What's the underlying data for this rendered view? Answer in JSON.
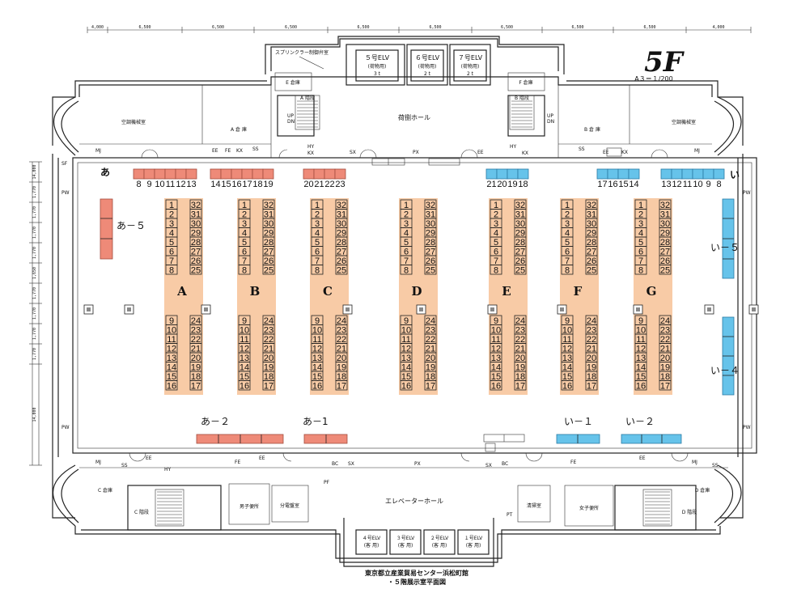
{
  "floor_title": "5F",
  "scale": "A３＝１/200",
  "footer": {
    "line1": "東京都立産業貿易センター浜松町館",
    "line2": "・５階展示室平面図"
  },
  "dimensions_top": [
    "4,000",
    "6,500",
    "6,500",
    "6,500",
    "6,500",
    "6,500",
    "6,500",
    "6,500",
    "6,500",
    "4,000"
  ],
  "dimensions_left": [
    "14,000",
    "1,770",
    "1,770",
    "1,770",
    "1,770",
    "1,650",
    "1,770",
    "1,770",
    "1,770",
    "1,770",
    "14,000"
  ],
  "rooms": {
    "elv5": {
      "name": "５号ELV",
      "sub": "(荷物用)",
      "cap": "3 t"
    },
    "elv6": {
      "name": "６号ELV",
      "sub": "(荷物用)",
      "cap": "2 t"
    },
    "elv7": {
      "name": "７号ELV",
      "sub": "(荷物用)",
      "cap": "2 t"
    },
    "sprinkler": "スプリンクラー制御弁室",
    "e_store": "E 倉庫",
    "f_store": "F 倉庫",
    "a_stair": "A 階段",
    "b_stair": "B 階段",
    "loading_hall": "荷捌ホール",
    "ac_left": "空調機械室",
    "ac_right": "空調機械室",
    "a_store": "A 倉 庫",
    "b_store": "B 倉 庫",
    "c_store": "C 倉庫",
    "d_store": "D 倉庫",
    "c_stair": "C 階段",
    "d_stair": "D 階段",
    "mens_wc": "男子便所",
    "womens_wc": "女子便所",
    "electrical": "分電盤室",
    "cleaning": "清掃室",
    "elevator_hall": "エレベーターホール",
    "elv1": {
      "name": "１号ELV",
      "sub": "(客 用)"
    },
    "elv2": {
      "name": "２号ELV",
      "sub": "(客 用)"
    },
    "elv3": {
      "name": "３号ELV",
      "sub": "(客 用)"
    },
    "elv4": {
      "name": "４号ELV",
      "sub": "(客 用)"
    }
  },
  "equipment_labels": {
    "ss": "SS",
    "kx": "KX",
    "px": "PX",
    "fe": "FE",
    "ee": "EE",
    "hy": "HY",
    "bc": "BC",
    "mj": "MJ",
    "sx": "SX",
    "sf": "SF",
    "pw": "PW",
    "up": "UP",
    "dn": "DN",
    "pt": "PT",
    "pf": "PF"
  },
  "zones": {
    "a_label": "あ",
    "i_label": "い",
    "a5": "あ－５",
    "a2": "あ－２",
    "a1": "あ－1",
    "i1": "い－１",
    "i2": "い－２",
    "i5": "い－５",
    "i4": "い－４"
  },
  "top_booths_left": {
    "group1": [
      "8",
      "9",
      "10",
      "11",
      "12",
      "13"
    ],
    "group2": [
      "14",
      "15",
      "16",
      "17",
      "18",
      "19"
    ],
    "group3": [
      "20",
      "21",
      "22",
      "23"
    ]
  },
  "top_booths_right": {
    "group1": [
      "21",
      "20",
      "19",
      "18"
    ],
    "group2": [
      "17",
      "16",
      "15",
      "14"
    ],
    "group3": [
      "13",
      "12",
      "11",
      "10",
      "9",
      "8"
    ]
  },
  "islands": [
    {
      "letter": "A",
      "left_top": [
        "1",
        "2",
        "3",
        "4",
        "5",
        "6",
        "7",
        "8"
      ],
      "right_top": [
        "32",
        "31",
        "30",
        "29",
        "28",
        "27",
        "26",
        "25"
      ],
      "left_bottom": [
        "9",
        "10",
        "11",
        "12",
        "13",
        "14",
        "15",
        "16"
      ],
      "right_bottom": [
        "24",
        "23",
        "22",
        "21",
        "20",
        "19",
        "18",
        "17"
      ]
    },
    {
      "letter": "B",
      "left_top": [
        "1",
        "2",
        "3",
        "4",
        "5",
        "6",
        "7",
        "8"
      ],
      "right_top": [
        "32",
        "31",
        "30",
        "29",
        "28",
        "27",
        "26",
        "25"
      ],
      "left_bottom": [
        "9",
        "10",
        "11",
        "12",
        "13",
        "14",
        "15",
        "16"
      ],
      "right_bottom": [
        "24",
        "23",
        "22",
        "21",
        "20",
        "19",
        "18",
        "17"
      ]
    },
    {
      "letter": "C",
      "left_top": [
        "1",
        "2",
        "3",
        "4",
        "5",
        "6",
        "7",
        "8"
      ],
      "right_top": [
        "32",
        "31",
        "30",
        "29",
        "28",
        "27",
        "26",
        "25"
      ],
      "left_bottom": [
        "9",
        "10",
        "11",
        "12",
        "13",
        "14",
        "15",
        "16"
      ],
      "right_bottom": [
        "24",
        "23",
        "22",
        "21",
        "20",
        "19",
        "18",
        "17"
      ]
    },
    {
      "letter": "D",
      "left_top": [
        "1",
        "2",
        "3",
        "4",
        "5",
        "6",
        "7",
        "8"
      ],
      "right_top": [
        "32",
        "31",
        "30",
        "29",
        "28",
        "27",
        "26",
        "25"
      ],
      "left_bottom": [
        "9",
        "10",
        "11",
        "12",
        "13",
        "14",
        "15",
        "16"
      ],
      "right_bottom": [
        "24",
        "23",
        "22",
        "21",
        "20",
        "19",
        "18",
        "17"
      ]
    },
    {
      "letter": "E",
      "left_top": [
        "1",
        "2",
        "3",
        "4",
        "5",
        "6",
        "7",
        "8"
      ],
      "right_top": [
        "32",
        "31",
        "30",
        "29",
        "28",
        "27",
        "26",
        "25"
      ],
      "left_bottom": [
        "9",
        "10",
        "11",
        "12",
        "13",
        "14",
        "15",
        "16"
      ],
      "right_bottom": [
        "24",
        "23",
        "22",
        "21",
        "20",
        "19",
        "18",
        "17"
      ]
    },
    {
      "letter": "F",
      "left_top": [
        "1",
        "2",
        "3",
        "4",
        "5",
        "6",
        "7",
        "8"
      ],
      "right_top": [
        "32",
        "31",
        "30",
        "29",
        "28",
        "27",
        "26",
        "25"
      ],
      "left_bottom": [
        "9",
        "10",
        "11",
        "12",
        "13",
        "14",
        "15",
        "16"
      ],
      "right_bottom": [
        "24",
        "23",
        "22",
        "21",
        "20",
        "19",
        "18",
        "17"
      ]
    },
    {
      "letter": "G",
      "left_top": [
        "1",
        "2",
        "3",
        "4",
        "5",
        "6",
        "7",
        "8"
      ],
      "right_top": [
        "32",
        "31",
        "30",
        "29",
        "28",
        "27",
        "26",
        "25"
      ],
      "left_bottom": [
        "9",
        "10",
        "11",
        "12",
        "13",
        "14",
        "15",
        "16"
      ],
      "right_bottom": [
        "24",
        "23",
        "22",
        "21",
        "20",
        "19",
        "18",
        "17"
      ]
    }
  ],
  "colors": {
    "island_fill": "#f8cba6",
    "a_zone": "#ee8a78",
    "a_zone_stroke": "#a24b3d",
    "i_zone": "#66c3ea",
    "i_zone_stroke": "#2a7aa5",
    "line": "#222222"
  }
}
